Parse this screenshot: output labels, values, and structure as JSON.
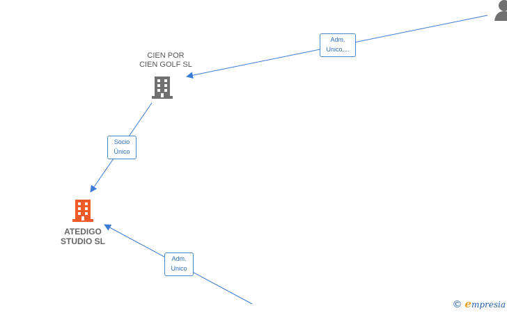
{
  "nodes": {
    "cien_por": {
      "label_line1": "CIEN POR",
      "label_line2": "CIEN GOLF SL",
      "icon": "building-icon",
      "color": "#707070"
    },
    "atedigo": {
      "label_line1": "ATEDIGO",
      "label_line2": "STUDIO  SL",
      "icon": "building-icon",
      "color": "#f05a28"
    },
    "person": {
      "icon": "person-icon",
      "color": "#707070"
    }
  },
  "edges": [
    {
      "id": "edge-person-cien",
      "label_line1": "Adm.",
      "label_line2": "Unico,..."
    },
    {
      "id": "edge-cien-atedigo",
      "label_line1": "Socio",
      "label_line2": "Único"
    },
    {
      "id": "edge-external-atedigo",
      "label_line1": "Adm.",
      "label_line2": "Unico"
    }
  ],
  "footer": {
    "copyright_symbol": "©",
    "brand_initial": "e",
    "brand_rest": "mpresia"
  },
  "colors": {
    "edge": "#3a7bd5",
    "edge_label_border": "#4a86c8",
    "edge_label_text": "#2d6db5"
  }
}
